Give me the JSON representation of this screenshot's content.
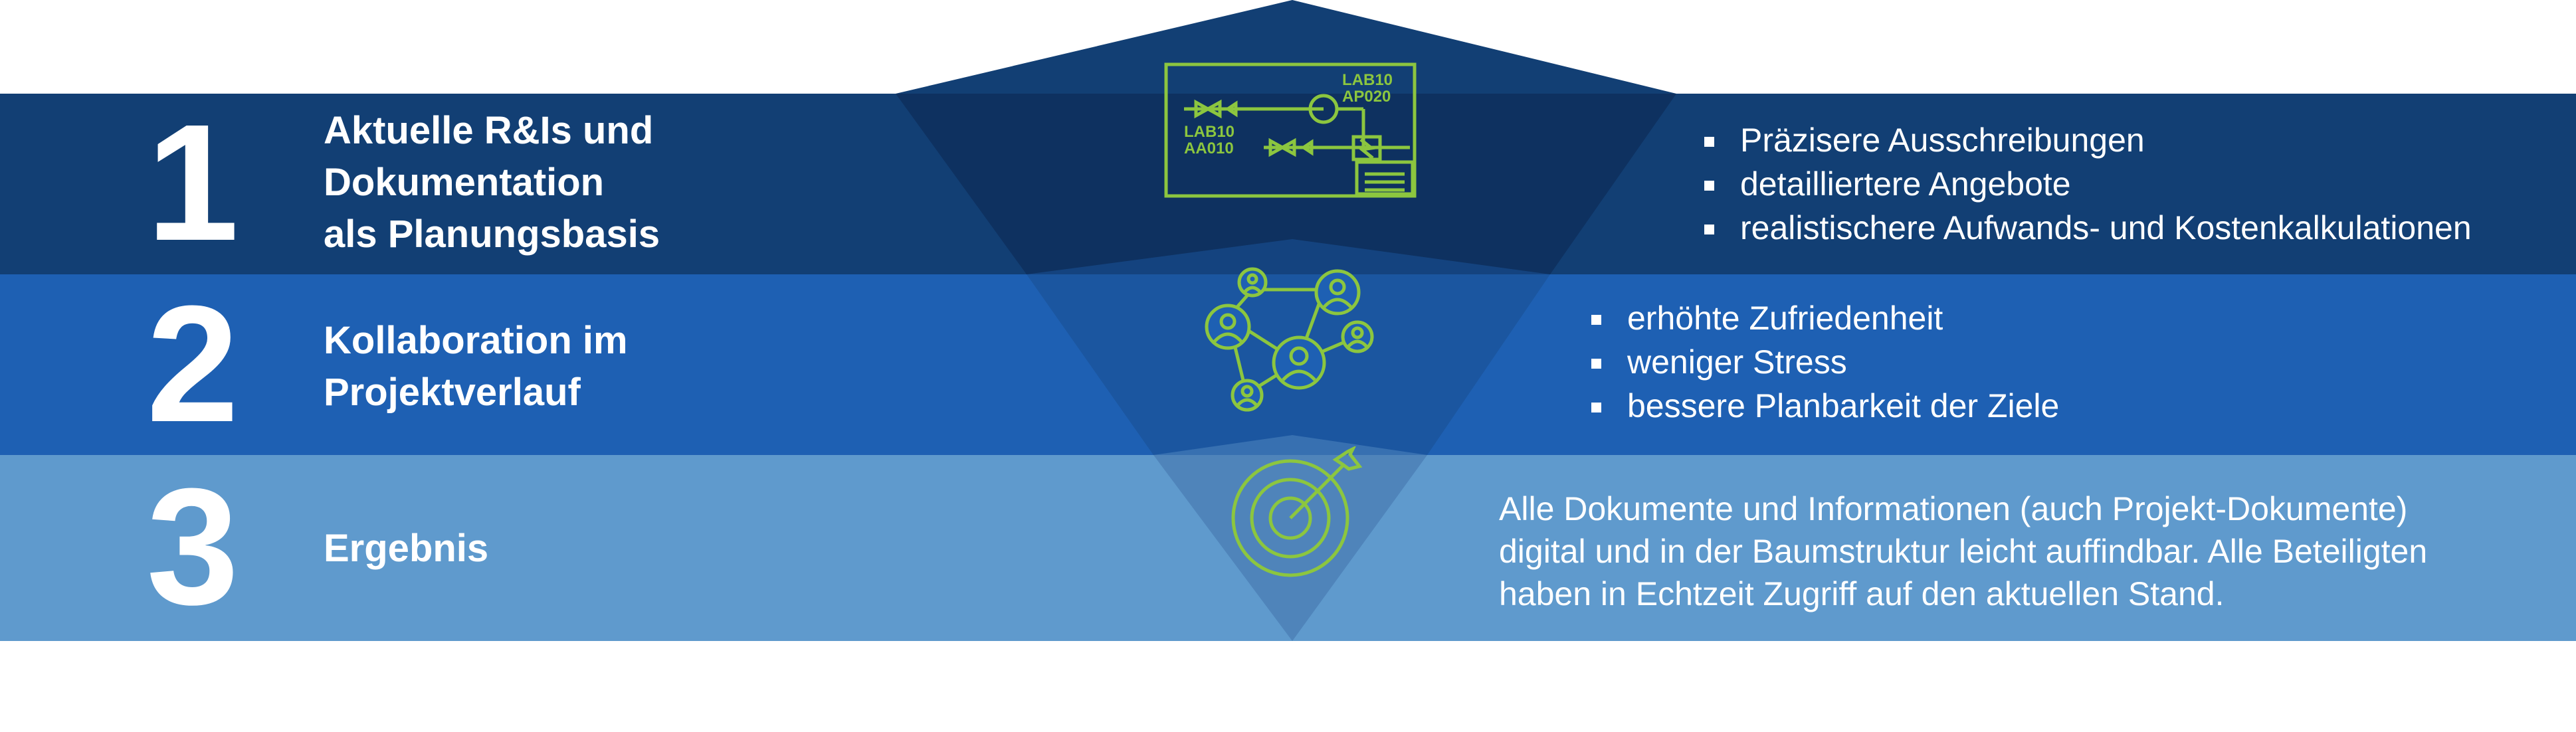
{
  "colors": {
    "band1": "#123f74",
    "band2": "#1e60b3",
    "band3": "#5f9acd",
    "icon_green": "#8cc63f",
    "text": "#ffffff"
  },
  "rows": [
    {
      "number": "1",
      "title_lines": [
        "Aktuelle R&Is und",
        "Dokumentation",
        "als Planungsbasis"
      ],
      "bullets": [
        "Präzisere Ausschreibungen",
        "detailliertere Angebote",
        "realistischere Aufwands- und Kostenkalkulationen"
      ],
      "icon": "p-and-id-schematic-icon"
    },
    {
      "number": "2",
      "title_lines": [
        "Kollaboration im",
        "Projektverlauf"
      ],
      "bullets": [
        "erhöhte Zufriedenheit",
        "weniger Stress",
        "bessere Planbarkeit der Ziele"
      ],
      "icon": "people-network-icon"
    },
    {
      "number": "3",
      "title_lines": [
        "Ergebnis"
      ],
      "result_lines": [
        "Alle Dokumente und Informationen (auch Projekt-Dokumente)",
        "digital und in der Baumstruktur leicht auffindbar. Alle Beteiligten",
        "haben in Echtzeit Zugriff auf den aktuellen Stand."
      ],
      "icon": "target-with-arrow-icon"
    }
  ],
  "schematic_labels": {
    "top_right_line1": "LAB10",
    "top_right_line2": "AP020",
    "left_line1": "LAB10",
    "left_line2": "AA010"
  }
}
